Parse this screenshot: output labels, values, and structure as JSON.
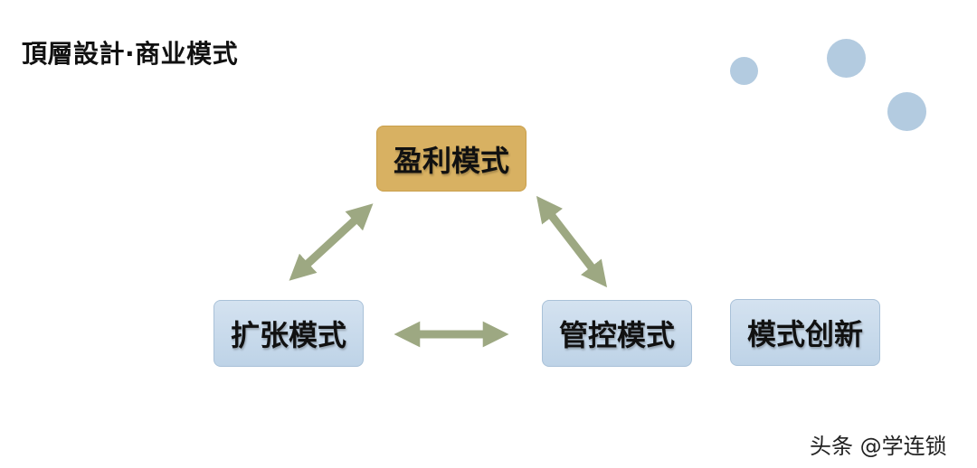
{
  "title": "頂層設計·商业模式",
  "nodes": {
    "profit": "盈利模式",
    "expansion": "扩张模式",
    "control": "管控模式",
    "innovation": "模式创新"
  },
  "watermark": "头条 @学连锁",
  "colors": {
    "gold_box": "#d8b162",
    "blue_box": "#c9dbeb",
    "arrow": "#9da882",
    "decor_dots": "#b3cbe0"
  }
}
